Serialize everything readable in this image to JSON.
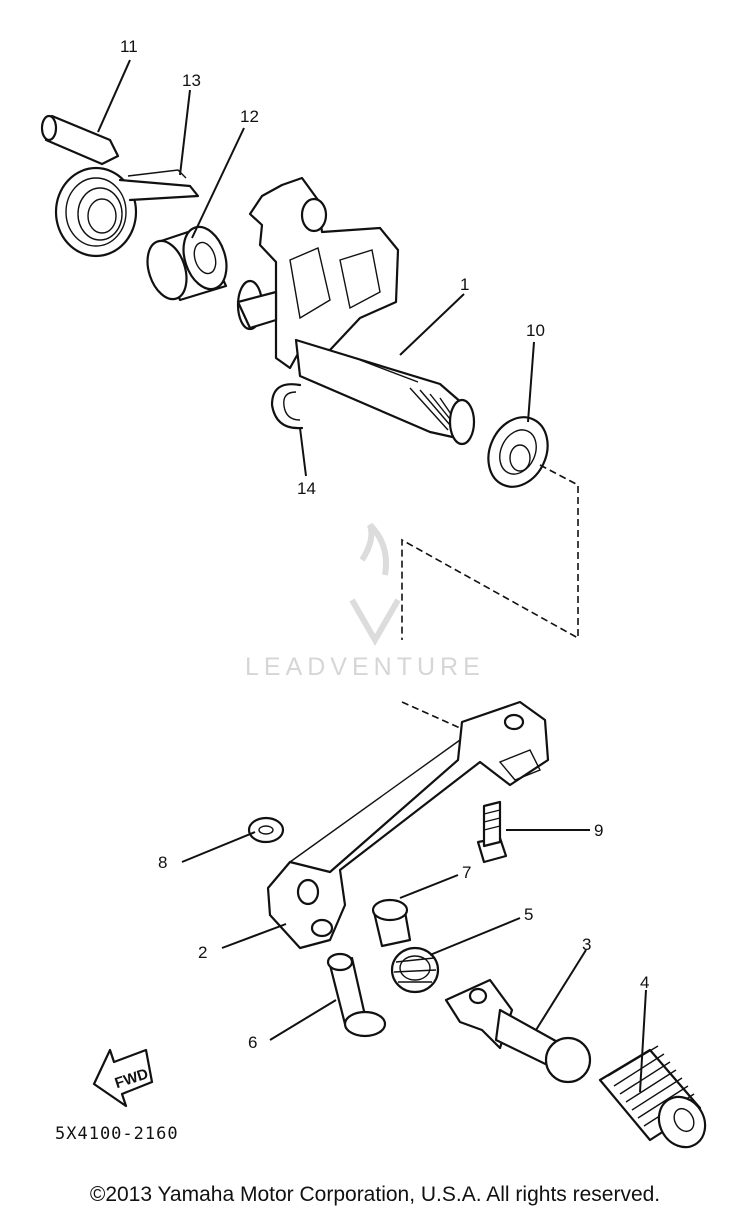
{
  "callouts": {
    "c1": "1",
    "c2": "2",
    "c3": "3",
    "c4": "4",
    "c5": "5",
    "c6": "6",
    "c7": "7",
    "c8": "8",
    "c9": "9",
    "c10": "10",
    "c11": "11",
    "c12": "12",
    "c13": "13",
    "c14": "14"
  },
  "diagram_code": "5X4100-2160",
  "fwd_label": "FWD",
  "watermark": "LEADVENTURE",
  "copyright": "©2013 Yamaha Motor Corporation, U.S.A. All rights reserved."
}
